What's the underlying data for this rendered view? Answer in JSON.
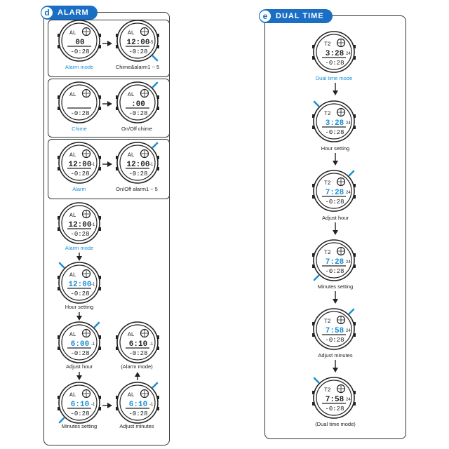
{
  "colors": {
    "accent": "#1a6fc4",
    "highlight": "#1a8fd6",
    "line": "#222222"
  },
  "left_panel": {
    "badge_letter": "d",
    "badge_title": "ALARM",
    "captions": {
      "alarm_mode_1": "Alarm mode",
      "chime_alarm": "Chime&alarm1 ~ 5",
      "chime": "Chime",
      "onoff_chime": "On/Off chime",
      "alarm": "Alarm",
      "onoff_alarm": "On/Off alarm1 ~ 5",
      "alarm_mode_2": "Alarm mode",
      "hour_setting": "Hour setting",
      "adjust_hour": "Adjust hour",
      "alarm_mode_3": "(Alarm mode)",
      "minutes_setting": "Minutes setting",
      "adjust_minutes": "Adjust minutes"
    },
    "watches": {
      "w1": {
        "top": "AL",
        "main": "00",
        "bottom": "-0:28",
        "side": ""
      },
      "w2": {
        "top": "AL",
        "main": "12:00",
        "bottom": "-0:28",
        "side": "-5"
      },
      "w3": {
        "top": "AL",
        "main": "",
        "bottom": "-0:28",
        "side": ""
      },
      "w4": {
        "top": "AL",
        "main": ":00",
        "bottom": "-0:28",
        "side": ""
      },
      "w5": {
        "top": "AL",
        "main": "12:00",
        "bottom": "-0:28",
        "side": "-1"
      },
      "w6": {
        "top": "AL",
        "main": "12:00",
        "bottom": "-0:28",
        "side": "-1"
      },
      "w7": {
        "top": "AL",
        "main": "12:00",
        "bottom": "-0:28",
        "side": "-1"
      },
      "w8": {
        "top": "AL",
        "main": "12:00",
        "bottom": "-0:28",
        "side": "-1"
      },
      "w9": {
        "top": "AL",
        "main": "6:00",
        "bottom": "-0:28",
        "side": "-1"
      },
      "w10": {
        "top": "AL",
        "main": "6:10",
        "bottom": "-0:28",
        "side": "-1"
      },
      "w11": {
        "top": "AL",
        "main": "6:10",
        "bottom": "-0:28",
        "side": "-1"
      },
      "w12": {
        "top": "AL",
        "main": "6:10",
        "bottom": "-0:28",
        "side": "-1"
      }
    }
  },
  "right_panel": {
    "badge_letter": "e",
    "badge_title": "DUAL TIME",
    "captions": {
      "dual_time_mode": "Dual time mode",
      "hour_setting": "Hour setting",
      "adjust_hour": "Adjust hour",
      "minutes_setting": "Minutes setting",
      "adjust_minutes": "Adjust minutes",
      "dual_time_mode_2": "(Dual time mode)"
    },
    "watches": {
      "r1": {
        "top": "T2",
        "main": "3:28",
        "bottom": "-0:28",
        "side": "24"
      },
      "r2": {
        "top": "T2",
        "main": "3:28",
        "bottom": "-0:28",
        "side": "24"
      },
      "r3": {
        "top": "T2",
        "main": "7:28",
        "bottom": "-0:28",
        "side": "24"
      },
      "r4": {
        "top": "T2",
        "main": "7:28",
        "bottom": "-0:28",
        "side": "24"
      },
      "r5": {
        "top": "T2",
        "main": "7:58",
        "bottom": "-0:28",
        "side": "24"
      },
      "r6": {
        "top": "T2",
        "main": "7:58",
        "bottom": "-0:28",
        "side": "24"
      }
    }
  }
}
